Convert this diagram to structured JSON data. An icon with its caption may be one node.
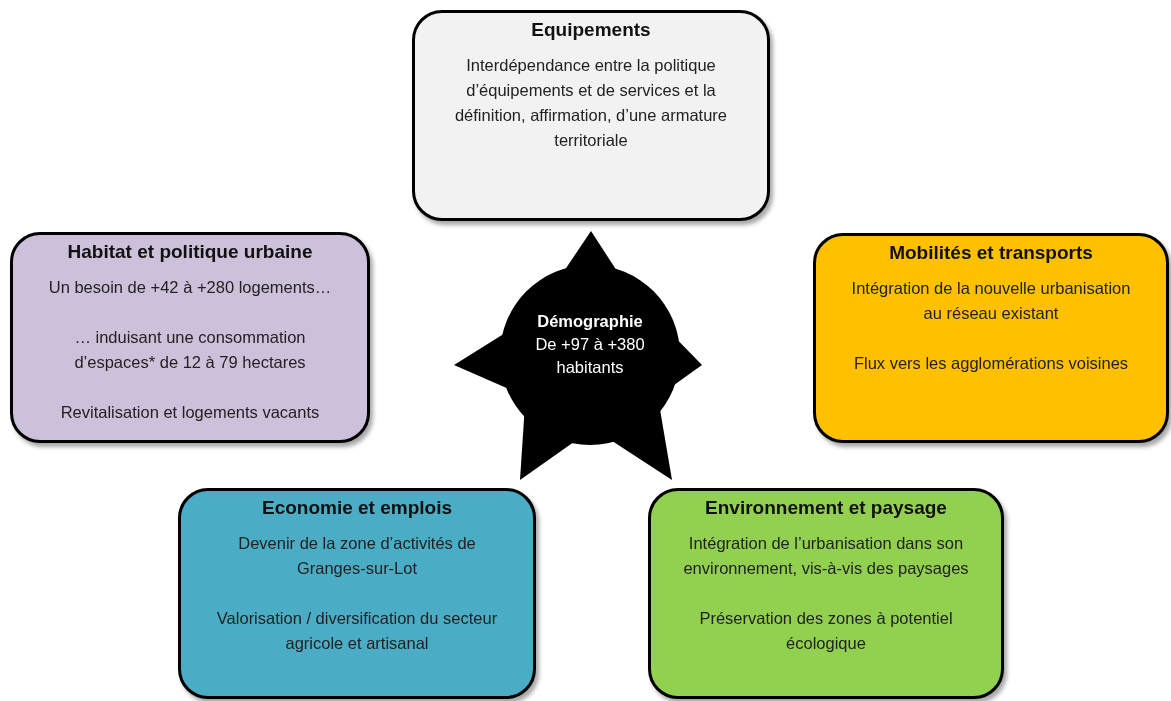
{
  "diagram": {
    "nodes": [
      {
        "text": [
          "Equipements",
          "Interdépendance entre la politique d’équipements et de services et la définition, affirmation, d’une armature territoriale"
        ]
      },
      {
        "text": [
          "Habitat et politique urbaine",
          "Un besoin de +42 à +280 logements…",
          "… induisant une consommation d’espaces* de 12 à 79 hectares",
          "Revitalisation et logements vacants"
        ]
      },
      {
        "text": [
          "Démographie",
          "De +97 à +380 habitants"
        ]
      },
      {
        "text": [
          "Mobilités et transports",
          "Intégration de la nouvelle urbanisation au réseau existant",
          "Flux vers les agglomérations voisines"
        ]
      },
      {
        "text": [
          "Economie et emplois",
          "Devenir de la zone d’activités de Granges-sur-Lot",
          "Valorisation / diversification du secteur agricole et artisanal"
        ]
      },
      {
        "text": [
          "Environnement et paysage",
          "Intégration de l’urbanisation dans son environnement, vis-à-vis des paysages",
          "Préservation des zones à potentiel écologique"
        ]
      }
    ]
  }
}
